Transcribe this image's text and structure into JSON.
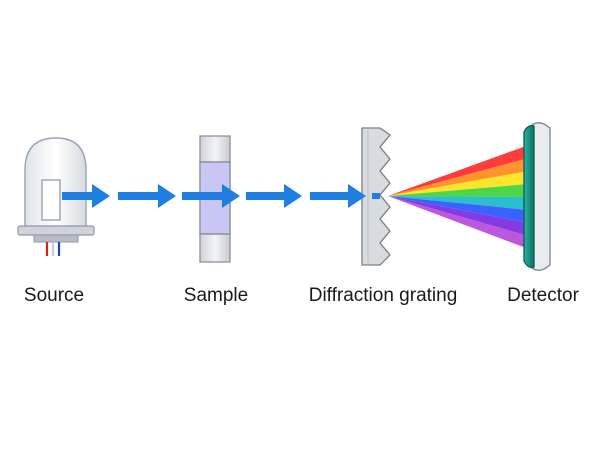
{
  "labels": {
    "source": "Source",
    "sample": "Sample",
    "grating": "Diffraction grating",
    "detector": "Detector"
  },
  "colors": {
    "beam": "#1e7fe0",
    "sample_fill": "#c9c6f3",
    "detector_face": "#1e9e8e",
    "spectrum": [
      "#ff2a2a",
      "#ff8a1a",
      "#ffe21a",
      "#3fd23a",
      "#19b8c8",
      "#2a55ff",
      "#7a2ae0",
      "#b64ad8"
    ]
  }
}
